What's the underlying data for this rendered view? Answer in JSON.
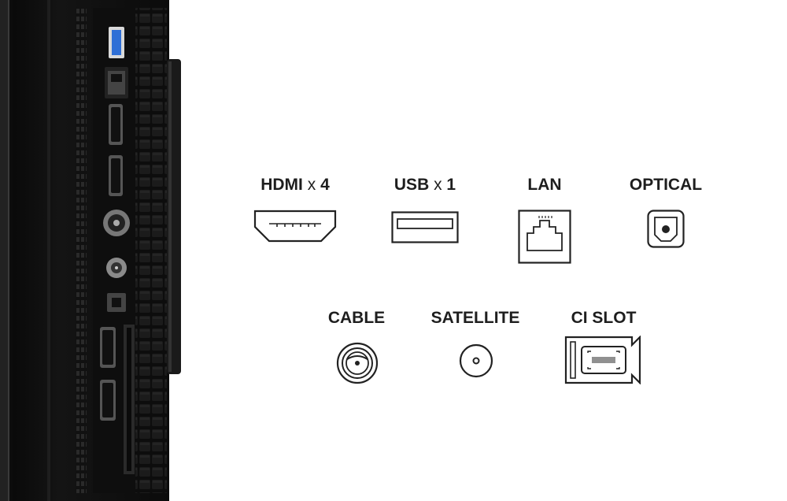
{
  "ports": {
    "hdmi": {
      "label": "HDMI",
      "multiplier": "x",
      "count": "4",
      "icon": "hdmi-port-icon"
    },
    "usb": {
      "label": "USB",
      "multiplier": "x",
      "count": "1",
      "icon": "usb-port-icon"
    },
    "lan": {
      "label": "LAN",
      "icon": "ethernet-port-icon"
    },
    "optical": {
      "label": "OPTICAL",
      "icon": "optical-port-icon"
    },
    "cable": {
      "label": "CABLE",
      "icon": "coax-cable-port-icon"
    },
    "satellite": {
      "label": "SATELLITE",
      "icon": "satellite-port-icon"
    },
    "ci_slot": {
      "label": "CI SLOT",
      "icon": "ci-slot-card-icon"
    }
  },
  "colors": {
    "text": "#1e1e1e",
    "icon_stroke": "#222222",
    "tv_body": "#0c0c0c",
    "usb_blue": "#2f6fd6"
  }
}
